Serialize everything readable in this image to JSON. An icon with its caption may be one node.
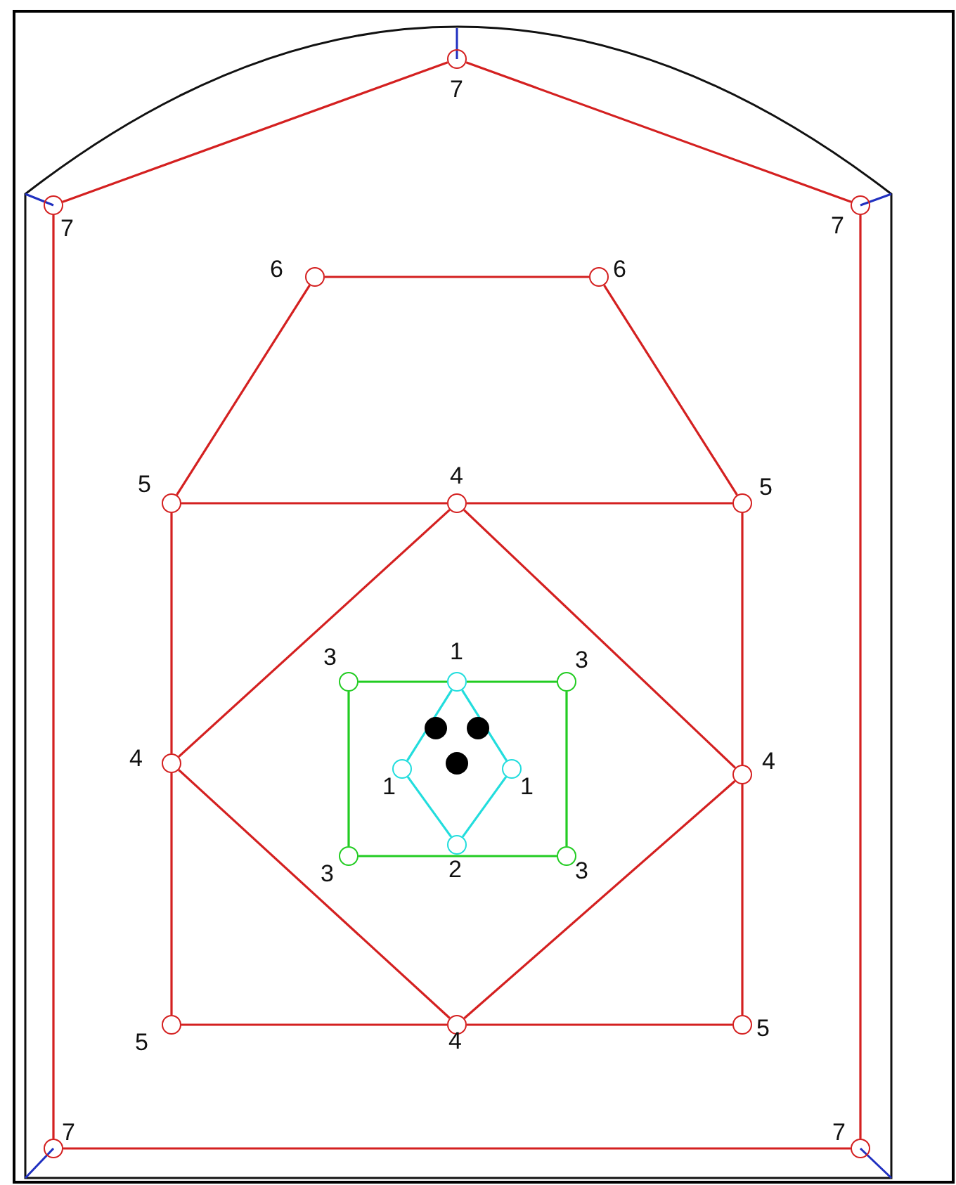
{
  "diagram": {
    "nodes": [
      {
        "text": [],
        "shape": "circle",
        "beside": [
          "7"
        ]
      },
      {
        "text": [],
        "shape": "circle",
        "beside": [
          "7"
        ]
      },
      {
        "text": [],
        "shape": "circle",
        "beside": [
          "7"
        ]
      },
      {
        "text": [],
        "shape": "circle",
        "beside": [
          "6"
        ]
      },
      {
        "text": [],
        "shape": "circle",
        "beside": [
          "6"
        ]
      },
      {
        "text": [],
        "shape": "circle",
        "beside": [
          "5"
        ]
      },
      {
        "text": [],
        "shape": "circle",
        "beside": [
          "4"
        ]
      },
      {
        "text": [],
        "shape": "circle",
        "beside": [
          "5"
        ]
      },
      {
        "text": [],
        "shape": "circle",
        "beside": [
          "3"
        ]
      },
      {
        "text": [],
        "shape": "circle",
        "beside": [
          "1"
        ]
      },
      {
        "text": [],
        "shape": "circle",
        "beside": [
          "3"
        ]
      },
      {
        "text": [],
        "shape": "circle"
      },
      {
        "text": [],
        "shape": "circle"
      },
      {
        "text": [],
        "shape": "circle"
      },
      {
        "text": [],
        "shape": "circle",
        "beside": [
          "4"
        ]
      },
      {
        "text": [],
        "shape": "circle",
        "beside": [
          "1"
        ]
      },
      {
        "text": [],
        "shape": "circle",
        "beside": [
          "1"
        ]
      },
      {
        "text": [],
        "shape": "circle",
        "beside": [
          "4"
        ]
      },
      {
        "text": [],
        "shape": "circle",
        "beside": [
          "3"
        ]
      },
      {
        "text": [],
        "shape": "circle",
        "beside": [
          "2"
        ]
      },
      {
        "text": [],
        "shape": "circle",
        "beside": [
          "3"
        ]
      },
      {
        "text": [],
        "shape": "circle",
        "beside": [
          "5"
        ]
      },
      {
        "text": [],
        "shape": "circle",
        "beside": [
          "4"
        ]
      },
      {
        "text": [],
        "shape": "circle",
        "beside": [
          "5"
        ]
      },
      {
        "text": [],
        "shape": "circle",
        "beside": [
          "7"
        ]
      },
      {
        "text": [],
        "shape": "circle",
        "beside": [
          "7"
        ]
      }
    ],
    "edges": [
      {
        "from": 1,
        "to": 0,
        "arrow": "none"
      },
      {
        "from": 0,
        "to": 2,
        "arrow": "none"
      },
      {
        "from": 1,
        "to": 24,
        "arrow": "none"
      },
      {
        "from": 24,
        "to": 25,
        "arrow": "none"
      },
      {
        "from": 2,
        "to": 25,
        "arrow": "none"
      },
      {
        "from": 5,
        "to": 3,
        "arrow": "none"
      },
      {
        "from": 3,
        "to": 4,
        "arrow": "none"
      },
      {
        "from": 4,
        "to": 7,
        "arrow": "none"
      },
      {
        "from": 5,
        "to": 6,
        "arrow": "none"
      },
      {
        "from": 6,
        "to": 7,
        "arrow": "none"
      },
      {
        "from": 5,
        "to": 14,
        "arrow": "none"
      },
      {
        "from": 14,
        "to": 21,
        "arrow": "none"
      },
      {
        "from": 7,
        "to": 17,
        "arrow": "none"
      },
      {
        "from": 17,
        "to": 23,
        "arrow": "none"
      },
      {
        "from": 21,
        "to": 22,
        "arrow": "none"
      },
      {
        "from": 22,
        "to": 23,
        "arrow": "none"
      },
      {
        "from": 6,
        "to": 14,
        "arrow": "none"
      },
      {
        "from": 6,
        "to": 17,
        "arrow": "none"
      },
      {
        "from": 14,
        "to": 22,
        "arrow": "none"
      },
      {
        "from": 17,
        "to": 22,
        "arrow": "none"
      },
      {
        "from": 8,
        "to": 9,
        "arrow": "none",
        "color": "#22cc22"
      },
      {
        "from": 9,
        "to": 10,
        "arrow": "none",
        "color": "#22cc22"
      },
      {
        "from": 10,
        "to": 20,
        "arrow": "none",
        "color": "#22cc22"
      },
      {
        "from": 18,
        "to": 20,
        "arrow": "none",
        "color": "#22cc22"
      },
      {
        "from": 8,
        "to": 18,
        "arrow": "none",
        "color": "#22cc22"
      },
      {
        "from": 9,
        "to": 15,
        "arrow": "none",
        "color": "#22dddd"
      },
      {
        "from": 9,
        "to": 16,
        "arrow": "none",
        "color": "#22dddd"
      },
      {
        "from": 15,
        "to": 19,
        "arrow": "none",
        "color": "#22dddd"
      },
      {
        "from": 16,
        "to": 19,
        "arrow": "none",
        "color": "#22dddd"
      }
    ]
  }
}
